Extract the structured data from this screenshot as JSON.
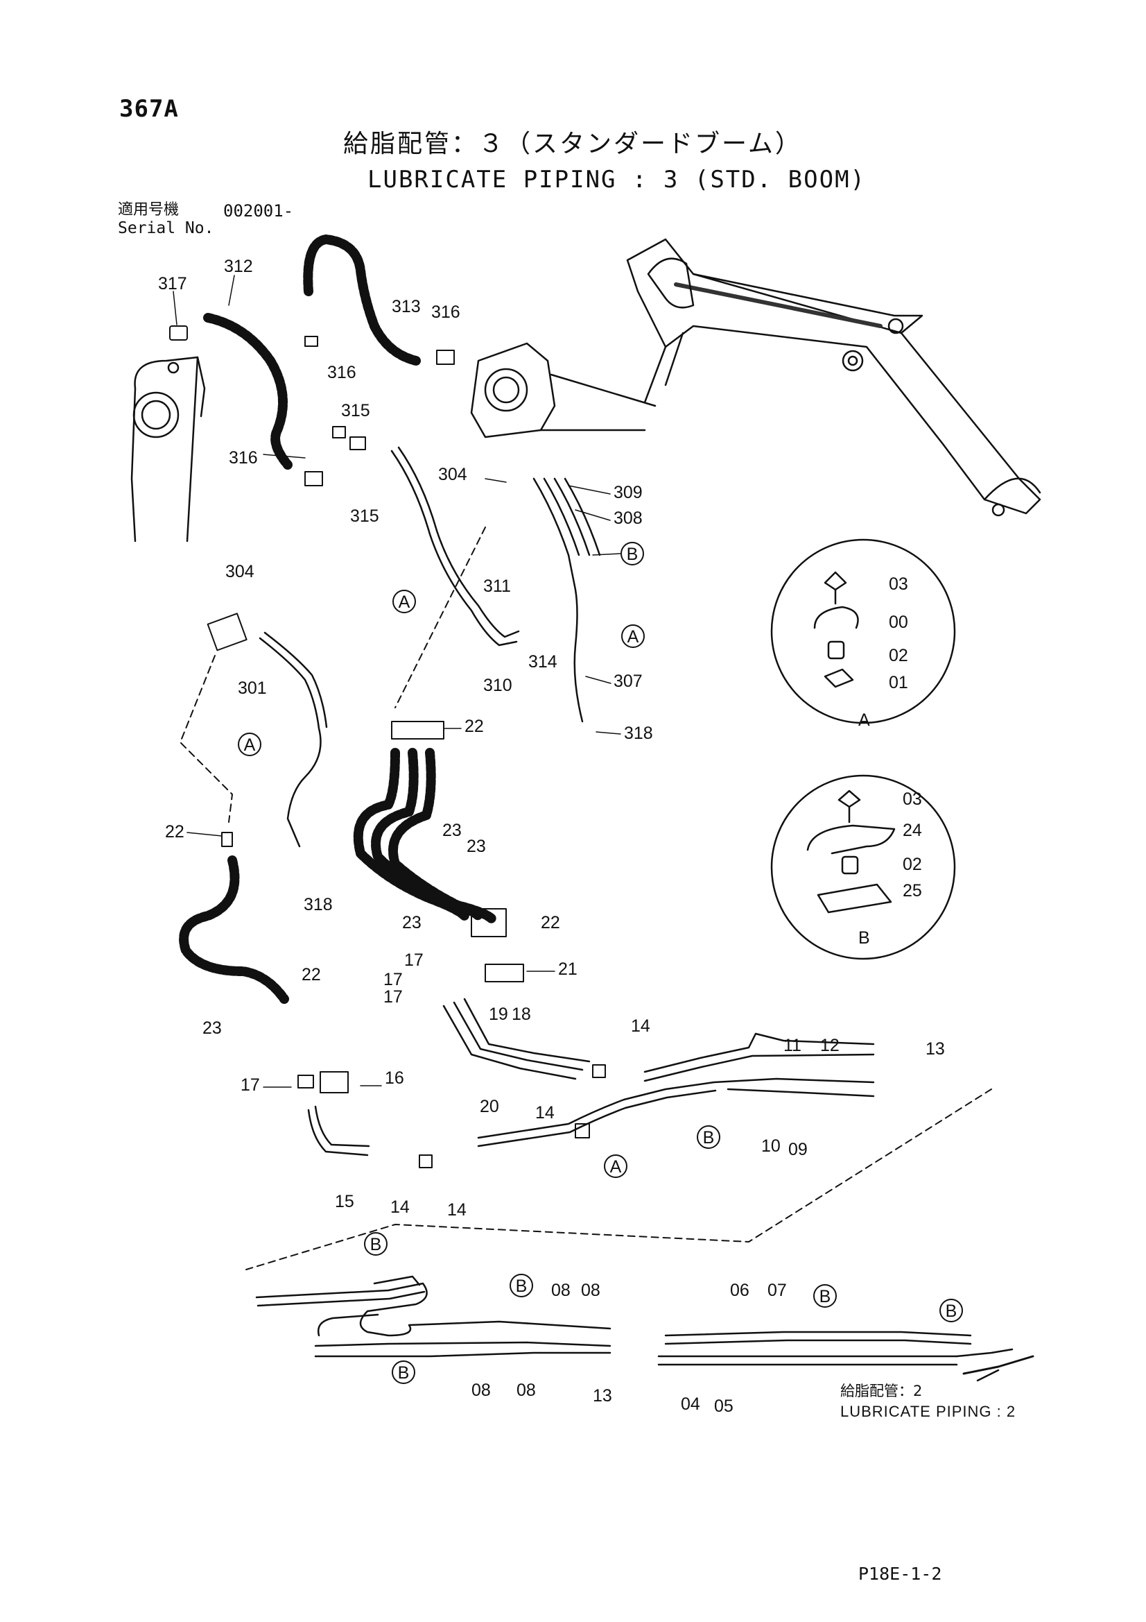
{
  "page_number": "367A",
  "title_jp": "給脂配管：３（スタンダードブーム）",
  "title_en": "LUBRICATE PIPING : 3 (STD. BOOM)",
  "serial": {
    "label_jp": "適用号機",
    "label_en": "Serial No.",
    "value": "002001-"
  },
  "reference_jp": "給脂配管：2",
  "reference_en": "LUBRICATE PIPING : 2",
  "figure_code": "P18E-1-2",
  "detail_a": {
    "label": "A",
    "parts": [
      "03",
      "00",
      "02",
      "01"
    ]
  },
  "detail_b": {
    "label": "B",
    "parts": [
      "03",
      "24",
      "02",
      "25"
    ]
  },
  "callouts": [
    "317",
    "312",
    "313",
    "316",
    "316",
    "315",
    "316",
    "315",
    "304",
    "309",
    "308",
    "B",
    "A",
    "311",
    "314",
    "A",
    "310",
    "307",
    "318",
    "304",
    "301",
    "A",
    "22",
    "22",
    "23",
    "23",
    "23",
    "22",
    "318",
    "23",
    "22",
    "17",
    "21",
    "17",
    "17",
    "19",
    "18",
    "14",
    "11",
    "12",
    "13",
    "20",
    "14",
    "B",
    "10",
    "09",
    "A",
    "16",
    "17",
    "15",
    "14",
    "14",
    "B",
    "B",
    "08",
    "08",
    "06",
    "07",
    "B",
    "B",
    "B",
    "08",
    "08",
    "13",
    "04",
    "05"
  ],
  "colors": {
    "ink": "#111111",
    "paper": "#ffffff"
  }
}
